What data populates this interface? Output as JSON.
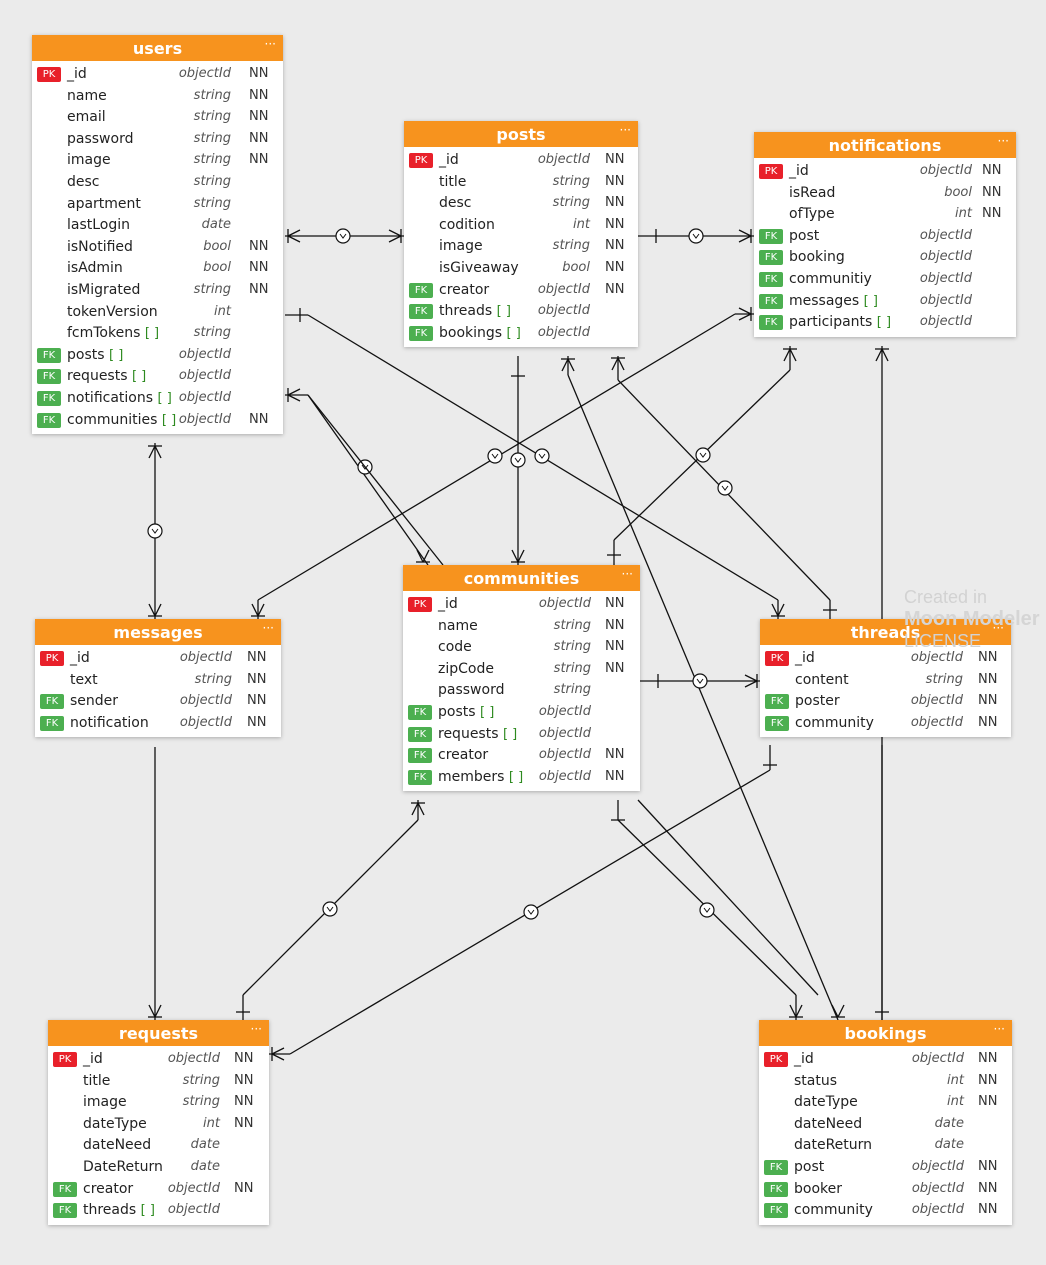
{
  "watermark": {
    "line1": "Created in",
    "line2": "Moon Modeler",
    "line3": "LICENSE"
  },
  "menu_glyph": "···",
  "key_labels": {
    "pk": "PK",
    "fk": "FK"
  },
  "colors": {
    "header": "#f7931e",
    "pk": "#e8202a",
    "fk": "#4caf50",
    "background": "#ebebeb"
  },
  "entities": [
    {
      "id": "users",
      "title": "users",
      "columns": [
        {
          "key": "PK",
          "name": "_id",
          "type": "objectId",
          "nn": "NN"
        },
        {
          "key": "",
          "name": "name",
          "type": "string",
          "nn": "NN"
        },
        {
          "key": "",
          "name": "email",
          "type": "string",
          "nn": "NN"
        },
        {
          "key": "",
          "name": "password",
          "type": "string",
          "nn": "NN"
        },
        {
          "key": "",
          "name": "image",
          "type": "string",
          "nn": "NN"
        },
        {
          "key": "",
          "name": "desc",
          "type": "string",
          "nn": ""
        },
        {
          "key": "",
          "name": "apartment",
          "type": "string",
          "nn": ""
        },
        {
          "key": "",
          "name": "lastLogin",
          "type": "date",
          "nn": ""
        },
        {
          "key": "",
          "name": "isNotified",
          "type": "bool",
          "nn": "NN"
        },
        {
          "key": "",
          "name": "isAdmin",
          "type": "bool",
          "nn": "NN"
        },
        {
          "key": "",
          "name": "isMigrated",
          "type": "string",
          "nn": "NN"
        },
        {
          "key": "",
          "name": "tokenVersion",
          "type": "int",
          "nn": ""
        },
        {
          "key": "",
          "name": "fcmTokens",
          "array": "[ ]",
          "type": "string",
          "nn": ""
        },
        {
          "key": "FK",
          "name": "posts",
          "array": "[ ]",
          "type": "objectId",
          "nn": ""
        },
        {
          "key": "FK",
          "name": "requests",
          "array": "[ ]",
          "type": "objectId",
          "nn": ""
        },
        {
          "key": "FK",
          "name": "notifications",
          "array": "[ ]",
          "type": "objectId",
          "nn": ""
        },
        {
          "key": "FK",
          "name": "communities",
          "array": "[ ]",
          "type": "objectId",
          "nn": "NN"
        }
      ]
    },
    {
      "id": "posts",
      "title": "posts",
      "columns": [
        {
          "key": "PK",
          "name": "_id",
          "type": "objectId",
          "nn": "NN"
        },
        {
          "key": "",
          "name": "title",
          "type": "string",
          "nn": "NN"
        },
        {
          "key": "",
          "name": "desc",
          "type": "string",
          "nn": "NN"
        },
        {
          "key": "",
          "name": "codition",
          "type": "int",
          "nn": "NN"
        },
        {
          "key": "",
          "name": "image",
          "type": "string",
          "nn": "NN"
        },
        {
          "key": "",
          "name": "isGiveaway",
          "type": "bool",
          "nn": "NN"
        },
        {
          "key": "FK",
          "name": "creator",
          "type": "objectId",
          "nn": "NN"
        },
        {
          "key": "FK",
          "name": "threads",
          "array": "[ ]",
          "type": "objectId",
          "nn": ""
        },
        {
          "key": "FK",
          "name": "bookings",
          "array": "[ ]",
          "type": "objectId",
          "nn": ""
        }
      ]
    },
    {
      "id": "notifications",
      "title": "notifications",
      "columns": [
        {
          "key": "PK",
          "name": "_id",
          "type": "objectId",
          "nn": "NN"
        },
        {
          "key": "",
          "name": "isRead",
          "type": "bool",
          "nn": "NN"
        },
        {
          "key": "",
          "name": "ofType",
          "type": "int",
          "nn": "NN"
        },
        {
          "key": "FK",
          "name": "post",
          "type": "objectId",
          "nn": ""
        },
        {
          "key": "FK",
          "name": "booking",
          "type": "objectId",
          "nn": ""
        },
        {
          "key": "FK",
          "name": "communitiy",
          "type": "objectId",
          "nn": ""
        },
        {
          "key": "FK",
          "name": "messages",
          "array": "[ ]",
          "type": "objectId",
          "nn": ""
        },
        {
          "key": "FK",
          "name": "participants",
          "array": "[ ]",
          "type": "objectId",
          "nn": ""
        }
      ]
    },
    {
      "id": "messages",
      "title": "messages",
      "columns": [
        {
          "key": "PK",
          "name": "_id",
          "type": "objectId",
          "nn": "NN"
        },
        {
          "key": "",
          "name": "text",
          "type": "string",
          "nn": "NN"
        },
        {
          "key": "FK",
          "name": "sender",
          "type": "objectId",
          "nn": "NN"
        },
        {
          "key": "FK",
          "name": "notification",
          "type": "objectId",
          "nn": "NN"
        }
      ]
    },
    {
      "id": "communities",
      "title": "communities",
      "columns": [
        {
          "key": "PK",
          "name": "_id",
          "type": "objectId",
          "nn": "NN"
        },
        {
          "key": "",
          "name": "name",
          "type": "string",
          "nn": "NN"
        },
        {
          "key": "",
          "name": "code",
          "type": "string",
          "nn": "NN"
        },
        {
          "key": "",
          "name": "zipCode",
          "type": "string",
          "nn": "NN"
        },
        {
          "key": "",
          "name": "password",
          "type": "string",
          "nn": ""
        },
        {
          "key": "FK",
          "name": "posts",
          "array": "[ ]",
          "type": "objectId",
          "nn": ""
        },
        {
          "key": "FK",
          "name": "requests",
          "array": "[ ]",
          "type": "objectId",
          "nn": ""
        },
        {
          "key": "FK",
          "name": "creator",
          "type": "objectId",
          "nn": "NN"
        },
        {
          "key": "FK",
          "name": "members",
          "array": "[ ]",
          "type": "objectId",
          "nn": "NN"
        }
      ]
    },
    {
      "id": "threads",
      "title": "threads",
      "columns": [
        {
          "key": "PK",
          "name": "_id",
          "type": "objectId",
          "nn": "NN"
        },
        {
          "key": "",
          "name": "content",
          "type": "string",
          "nn": "NN"
        },
        {
          "key": "FK",
          "name": "poster",
          "type": "objectId",
          "nn": "NN"
        },
        {
          "key": "FK",
          "name": "community",
          "type": "objectId",
          "nn": "NN"
        }
      ]
    },
    {
      "id": "requests",
      "title": "requests",
      "columns": [
        {
          "key": "PK",
          "name": "_id",
          "type": "objectId",
          "nn": "NN"
        },
        {
          "key": "",
          "name": "title",
          "type": "string",
          "nn": "NN"
        },
        {
          "key": "",
          "name": "image",
          "type": "string",
          "nn": "NN"
        },
        {
          "key": "",
          "name": "dateType",
          "type": "int",
          "nn": "NN"
        },
        {
          "key": "",
          "name": "dateNeed",
          "type": "date",
          "nn": ""
        },
        {
          "key": "",
          "name": "DateReturn",
          "type": "date",
          "nn": ""
        },
        {
          "key": "FK",
          "name": "creator",
          "type": "objectId",
          "nn": "NN"
        },
        {
          "key": "FK",
          "name": "threads",
          "array": "[ ]",
          "type": "objectId",
          "nn": ""
        }
      ]
    },
    {
      "id": "bookings",
      "title": "bookings",
      "columns": [
        {
          "key": "PK",
          "name": "_id",
          "type": "objectId",
          "nn": "NN"
        },
        {
          "key": "",
          "name": "status",
          "type": "int",
          "nn": "NN"
        },
        {
          "key": "",
          "name": "dateType",
          "type": "int",
          "nn": "NN"
        },
        {
          "key": "",
          "name": "dateNeed",
          "type": "date",
          "nn": ""
        },
        {
          "key": "",
          "name": "dateReturn",
          "type": "date",
          "nn": ""
        },
        {
          "key": "FK",
          "name": "post",
          "type": "objectId",
          "nn": "NN"
        },
        {
          "key": "FK",
          "name": "booker",
          "type": "objectId",
          "nn": "NN"
        },
        {
          "key": "FK",
          "name": "community",
          "type": "objectId",
          "nn": "NN"
        }
      ]
    }
  ]
}
